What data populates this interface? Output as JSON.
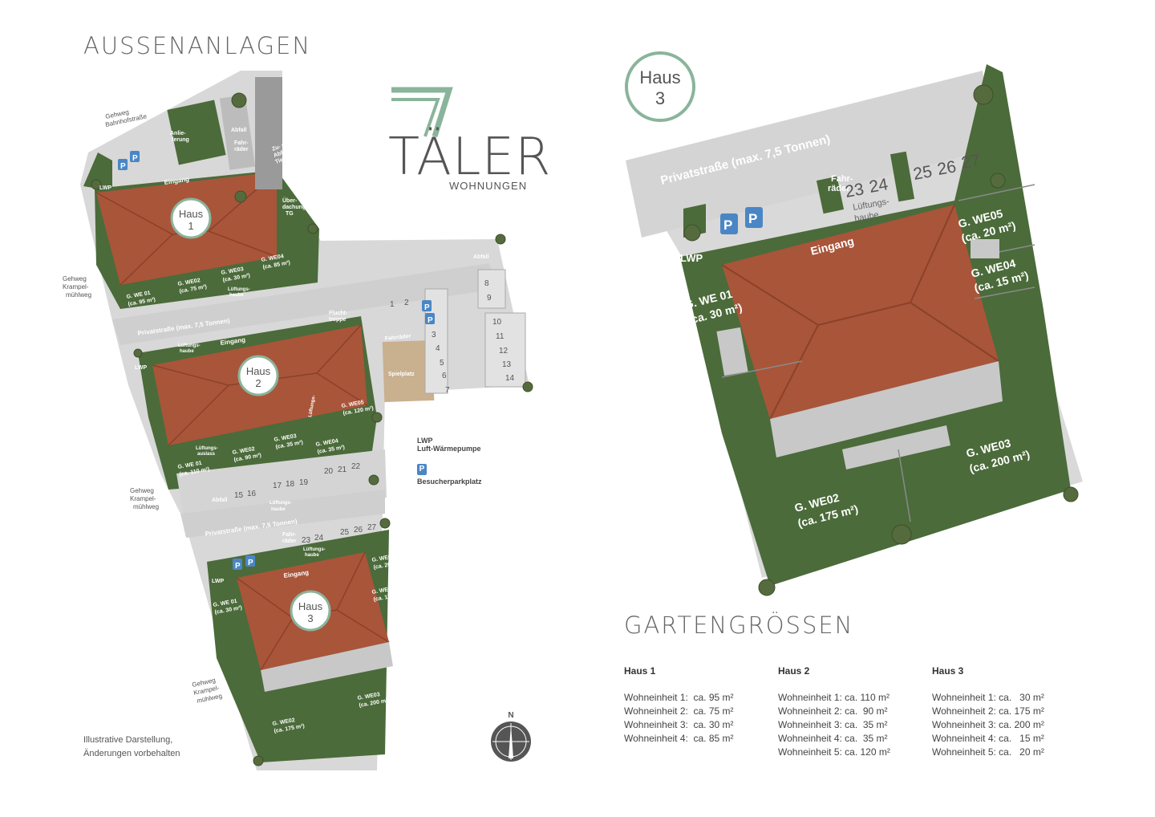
{
  "headings": {
    "outdoor": "AUSSENANLAGEN",
    "gardens": "GARTENGRÖSSEN"
  },
  "logo": {
    "number": "7",
    "name": "TÄLER",
    "sub": "WOHNUNGEN"
  },
  "colors": {
    "roof": "#a9553a",
    "garden": "#4b6b3a",
    "paving": "#d7d7d7",
    "accent": "#8ab49b",
    "parking": "#4a86c5"
  },
  "map": {
    "streets": {
      "bahnhof": [
        "Gehweg",
        "Bahnhofstraße"
      ],
      "krampel1": [
        "Gehweg",
        "Krampel-",
        "mühlweg"
      ],
      "krampel2": [
        "Gehweg",
        "Krampel-",
        "mühlweg"
      ],
      "krampel3": [
        "Gehweg",
        "Krampel-",
        "mühlweg"
      ]
    },
    "privatstrasse": "Privatstraße (max. 7,5 Tonnen)",
    "eingang": "Eingang",
    "lwp": "LWP",
    "abfall": "Abfall",
    "fahrraeder": "Fahrräder",
    "fahrraeder_short": [
      "Fahr-",
      "räder"
    ],
    "anlieferung": [
      "Anlie-",
      "ferung"
    ],
    "tiefgarage": [
      "Zu- und",
      "Abfahrt",
      "Tiefgarage"
    ],
    "ueberdachung": [
      "Über-",
      "dachung",
      "TG"
    ],
    "lueftungshaube": [
      "Lüftungs-",
      "haube"
    ],
    "lueftungsauslass": [
      "Lüftungs-",
      "auslass"
    ],
    "fluchttreppe": [
      "Flucht-",
      "treppe"
    ],
    "spielplatz": "Spielplatz",
    "parking_symbol": "P",
    "haus_word": "Haus",
    "houses": [
      "1",
      "2",
      "3"
    ],
    "haus1_gardens": [
      [
        "G. WE 01",
        "(ca. 95 m²)"
      ],
      [
        "G. WE02",
        "(ca. 75 m²)"
      ],
      [
        "G. WE03",
        "(ca. 30 m²)"
      ],
      [
        "G. WE04",
        "(ca. 85 m²)"
      ]
    ],
    "haus2_gardens": [
      [
        "G. WE 01",
        "(ca. 110 m²)"
      ],
      [
        "G. WE02",
        "(ca. 90 m²)"
      ],
      [
        "G. WE03",
        "(ca. 35 m²)"
      ],
      [
        "G. WE04",
        "(ca. 35 m²)"
      ],
      [
        "G. WE05",
        "(ca. 120 m²)"
      ]
    ],
    "haus3_gardens": [
      [
        "G. WE 01",
        "(ca. 30 m²)"
      ],
      [
        "G. WE02",
        "(ca. 175 m²)"
      ],
      [
        "G. WE03",
        "(ca. 200 m²)"
      ],
      [
        "G. WE04",
        "(ca. 15 m²)"
      ],
      [
        "G. WE05",
        "(ca. 20 m²)"
      ]
    ],
    "parking_col_a": [
      "1",
      "2",
      "3",
      "4",
      "5",
      "6",
      "7"
    ],
    "parking_col_b": [
      "8",
      "9"
    ],
    "parking_col_c": [
      "10",
      "11",
      "12",
      "13",
      "14"
    ],
    "parking_row_a": [
      "15",
      "16"
    ],
    "parking_row_b": [
      "17",
      "18",
      "19"
    ],
    "parking_row_c": [
      "20",
      "21",
      "22"
    ],
    "parking_row_d": [
      "23",
      "24"
    ],
    "parking_row_e": [
      "25",
      "26",
      "27"
    ]
  },
  "legend": {
    "lwp_title": "LWP",
    "lwp_text": "Luft-Wärmepumpe",
    "p_symbol": "P",
    "p_text": "Besucherparkplatz"
  },
  "disclaimer": [
    "Illustrative Darstellung,",
    "Änderungen vorbehalten"
  ],
  "compass": "N",
  "garden_sizes": [
    {
      "house": "Haus 1",
      "rows": [
        "Wohneinheit 1:  ca. 95 m²",
        "Wohneinheit 2:  ca. 75 m²",
        "Wohneinheit 3:  ca. 30 m²",
        "Wohneinheit 4:  ca. 85 m²"
      ]
    },
    {
      "house": "Haus 2",
      "rows": [
        "Wohneinheit 1: ca. 110 m²",
        "Wohneinheit 2: ca.  90 m²",
        "Wohneinheit 3: ca.  35 m²",
        "Wohneinheit 4: ca.  35 m²",
        "Wohneinheit 5: ca. 120 m²"
      ]
    },
    {
      "house": "Haus 3",
      "rows": [
        "Wohneinheit 1: ca.   30 m²",
        "Wohneinheit 2: ca. 175 m²",
        "Wohneinheit 3: ca. 200 m²",
        "Wohneinheit 4: ca.   15 m²",
        "Wohneinheit 5: ca.   20 m²"
      ]
    }
  ]
}
